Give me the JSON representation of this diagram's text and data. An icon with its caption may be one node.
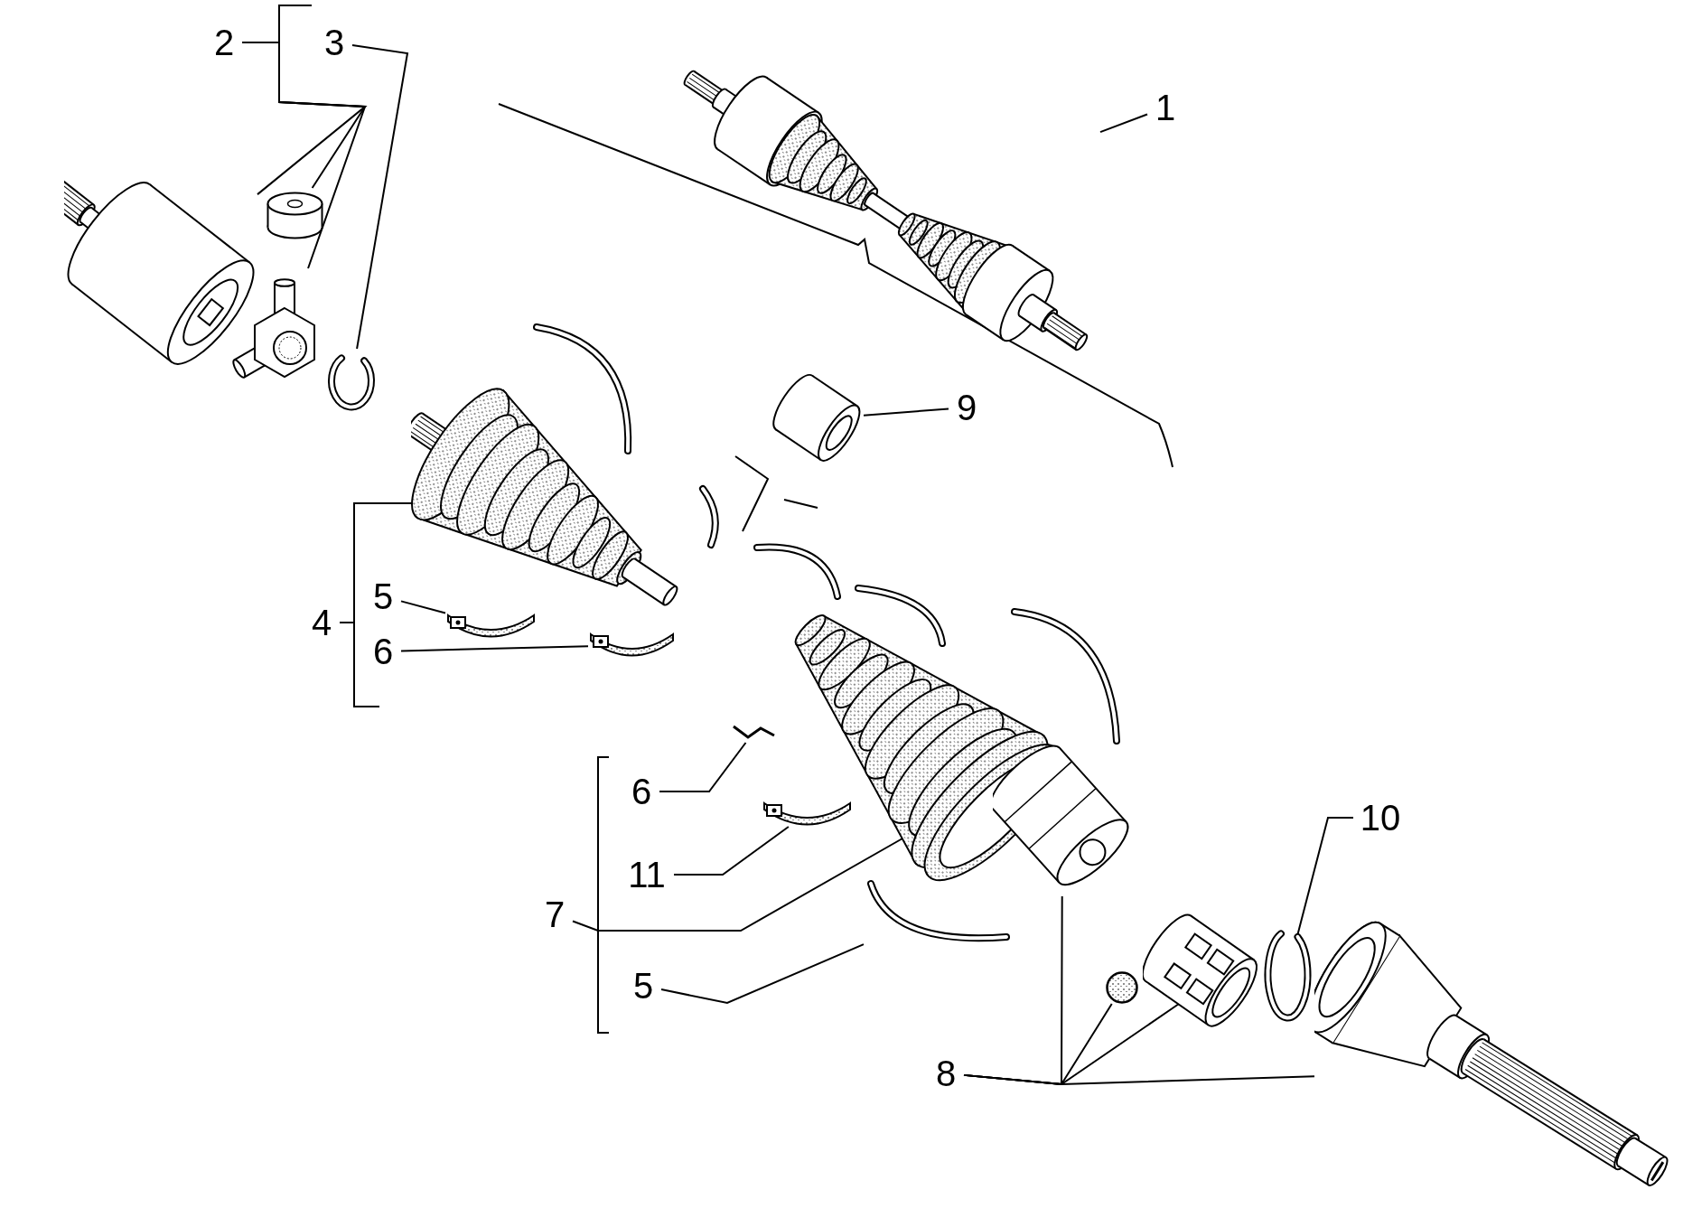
{
  "diagram": {
    "nodes": [
      {
        "text": [
          "2"
        ]
      },
      {
        "text": [
          "3"
        ]
      },
      {
        "text": [
          "1"
        ]
      },
      {
        "text": [],
        "shape": "picture"
      },
      {
        "text": [],
        "shape": "picture"
      },
      {
        "text": [],
        "shape": "picture"
      },
      {
        "text": [],
        "shape": "picture"
      },
      {
        "text": [],
        "shape": "picture"
      },
      {
        "text": [
          "9"
        ]
      },
      {
        "text": [],
        "shape": "picture"
      },
      {
        "text": [],
        "shape": "picture"
      },
      {
        "text": [
          "4"
        ]
      },
      {
        "text": [
          "5"
        ]
      },
      {
        "text": [],
        "shape": "picture"
      },
      {
        "text": [
          "6"
        ]
      },
      {
        "text": [],
        "shape": "picture"
      },
      {
        "text": [],
        "shape": "picture"
      },
      {
        "text": [
          "6"
        ]
      },
      {
        "text": [],
        "shape": "picture"
      },
      {
        "text": [
          "11"
        ]
      },
      {
        "text": [],
        "shape": "picture"
      },
      {
        "text": [
          "7"
        ]
      },
      {
        "text": [
          "5"
        ]
      },
      {
        "text": [],
        "shape": "picture"
      },
      {
        "text": [
          "10"
        ]
      },
      {
        "text": [],
        "shape": "picture"
      },
      {
        "text": [
          "8"
        ]
      },
      {
        "text": [],
        "shape": "picture"
      },
      {
        "text": [],
        "shape": "circle"
      },
      {
        "text": [],
        "shape": "picture"
      },
      {
        "text": [],
        "shape": "picture"
      }
    ],
    "edges": [
      {
        "from": 0,
        "to": 3,
        "arrow": "none"
      },
      {
        "from": 0,
        "to": 4,
        "arrow": "none"
      },
      {
        "from": 0,
        "to": 5,
        "arrow": "none"
      },
      {
        "from": 1,
        "to": 6,
        "arrow": "none"
      },
      {
        "from": 2,
        "to": 7,
        "arrow": "none"
      },
      {
        "from": 8,
        "to": 9,
        "arrow": "none"
      },
      {
        "from": 11,
        "to": 10,
        "arrow": "none"
      },
      {
        "from": 12,
        "to": 13,
        "arrow": "none"
      },
      {
        "from": 14,
        "to": 15,
        "arrow": "none"
      },
      {
        "from": 17,
        "to": 18,
        "arrow": "none"
      },
      {
        "from": 19,
        "to": 20,
        "arrow": "none"
      },
      {
        "from": 21,
        "to": 16,
        "arrow": "none"
      },
      {
        "from": 22,
        "to": 23,
        "arrow": "none"
      },
      {
        "from": 24,
        "to": 25,
        "arrow": "none"
      },
      {
        "from": 26,
        "to": 27,
        "arrow": "none"
      },
      {
        "from": 26,
        "to": 28,
        "arrow": "none"
      },
      {
        "from": 26,
        "to": 29,
        "arrow": "none"
      },
      {
        "from": 26,
        "to": 30,
        "arrow": "none"
      }
    ]
  }
}
